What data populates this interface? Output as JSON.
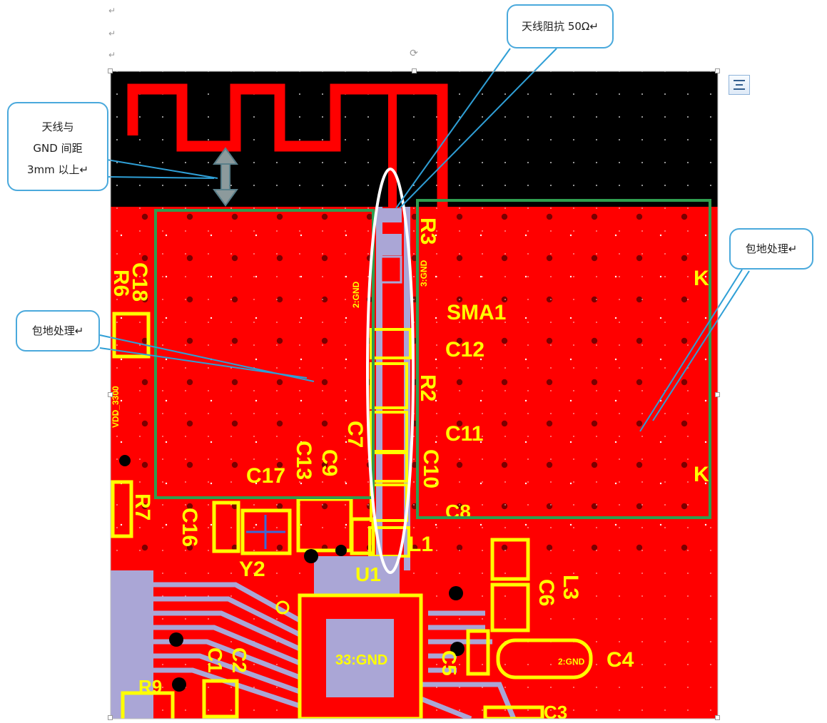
{
  "document": {
    "paragraph_mark": "↵"
  },
  "pcb": {
    "colors": {
      "board_bg": "#000000",
      "copper": "#ff0000",
      "silkscreen": "#ffff00",
      "pad": "#aaa6d6",
      "keepout_box": "#2e9e4f",
      "callout_border": "#4aa9dc",
      "ellipse": "#ffffff",
      "arrow": "#6f8f92"
    },
    "labels": {
      "sma1": "SMA1",
      "c12": "C12",
      "r2": "R2",
      "c11": "C11",
      "c10": "C10",
      "c8": "C8",
      "c7": "C7",
      "c9": "C9",
      "c13": "C13",
      "c17": "C17",
      "c16": "C16",
      "y2": "Y2",
      "u1": "U1",
      "l1": "L1",
      "l3": "L3",
      "c6": "C6",
      "c4": "C4",
      "c5": "C5",
      "c3": "C3",
      "c1": "C1",
      "c2": "C2",
      "r9": "R9",
      "r7": "R7",
      "r6": "R6",
      "c18": "C18",
      "r3": "R3",
      "k_top": "K",
      "k_bottom": "K",
      "chip_gnd": "33:GND",
      "pad_gnd": "2:GND",
      "pad_2gnd": "2:GND",
      "pad_3gnd": "3:GND",
      "vdd": "VDD_3300"
    }
  },
  "callouts": {
    "antenna_impedance": "天线阻抗 50Ω↵",
    "antenna_gnd_line1": "天线与",
    "antenna_gnd_line2": "GND 间距",
    "antenna_gnd_line3": "3mm 以上↵",
    "ground_pour_left": "包地处理↵",
    "ground_pour_right": "包地处理↵"
  },
  "icons": {
    "layout_options": "layout-options-icon",
    "rotate_handle": "rotate-handle-icon"
  }
}
